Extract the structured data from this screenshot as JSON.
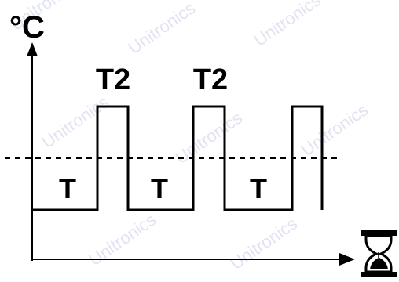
{
  "diagram": {
    "y_axis_unit": "°C",
    "upper_level_label": "T2",
    "lower_level_label": "T",
    "time_icon": "hourglass-icon",
    "colors": {
      "line": "#000000",
      "background": "#ffffff"
    }
  },
  "watermark": {
    "text": "Unitronics"
  }
}
